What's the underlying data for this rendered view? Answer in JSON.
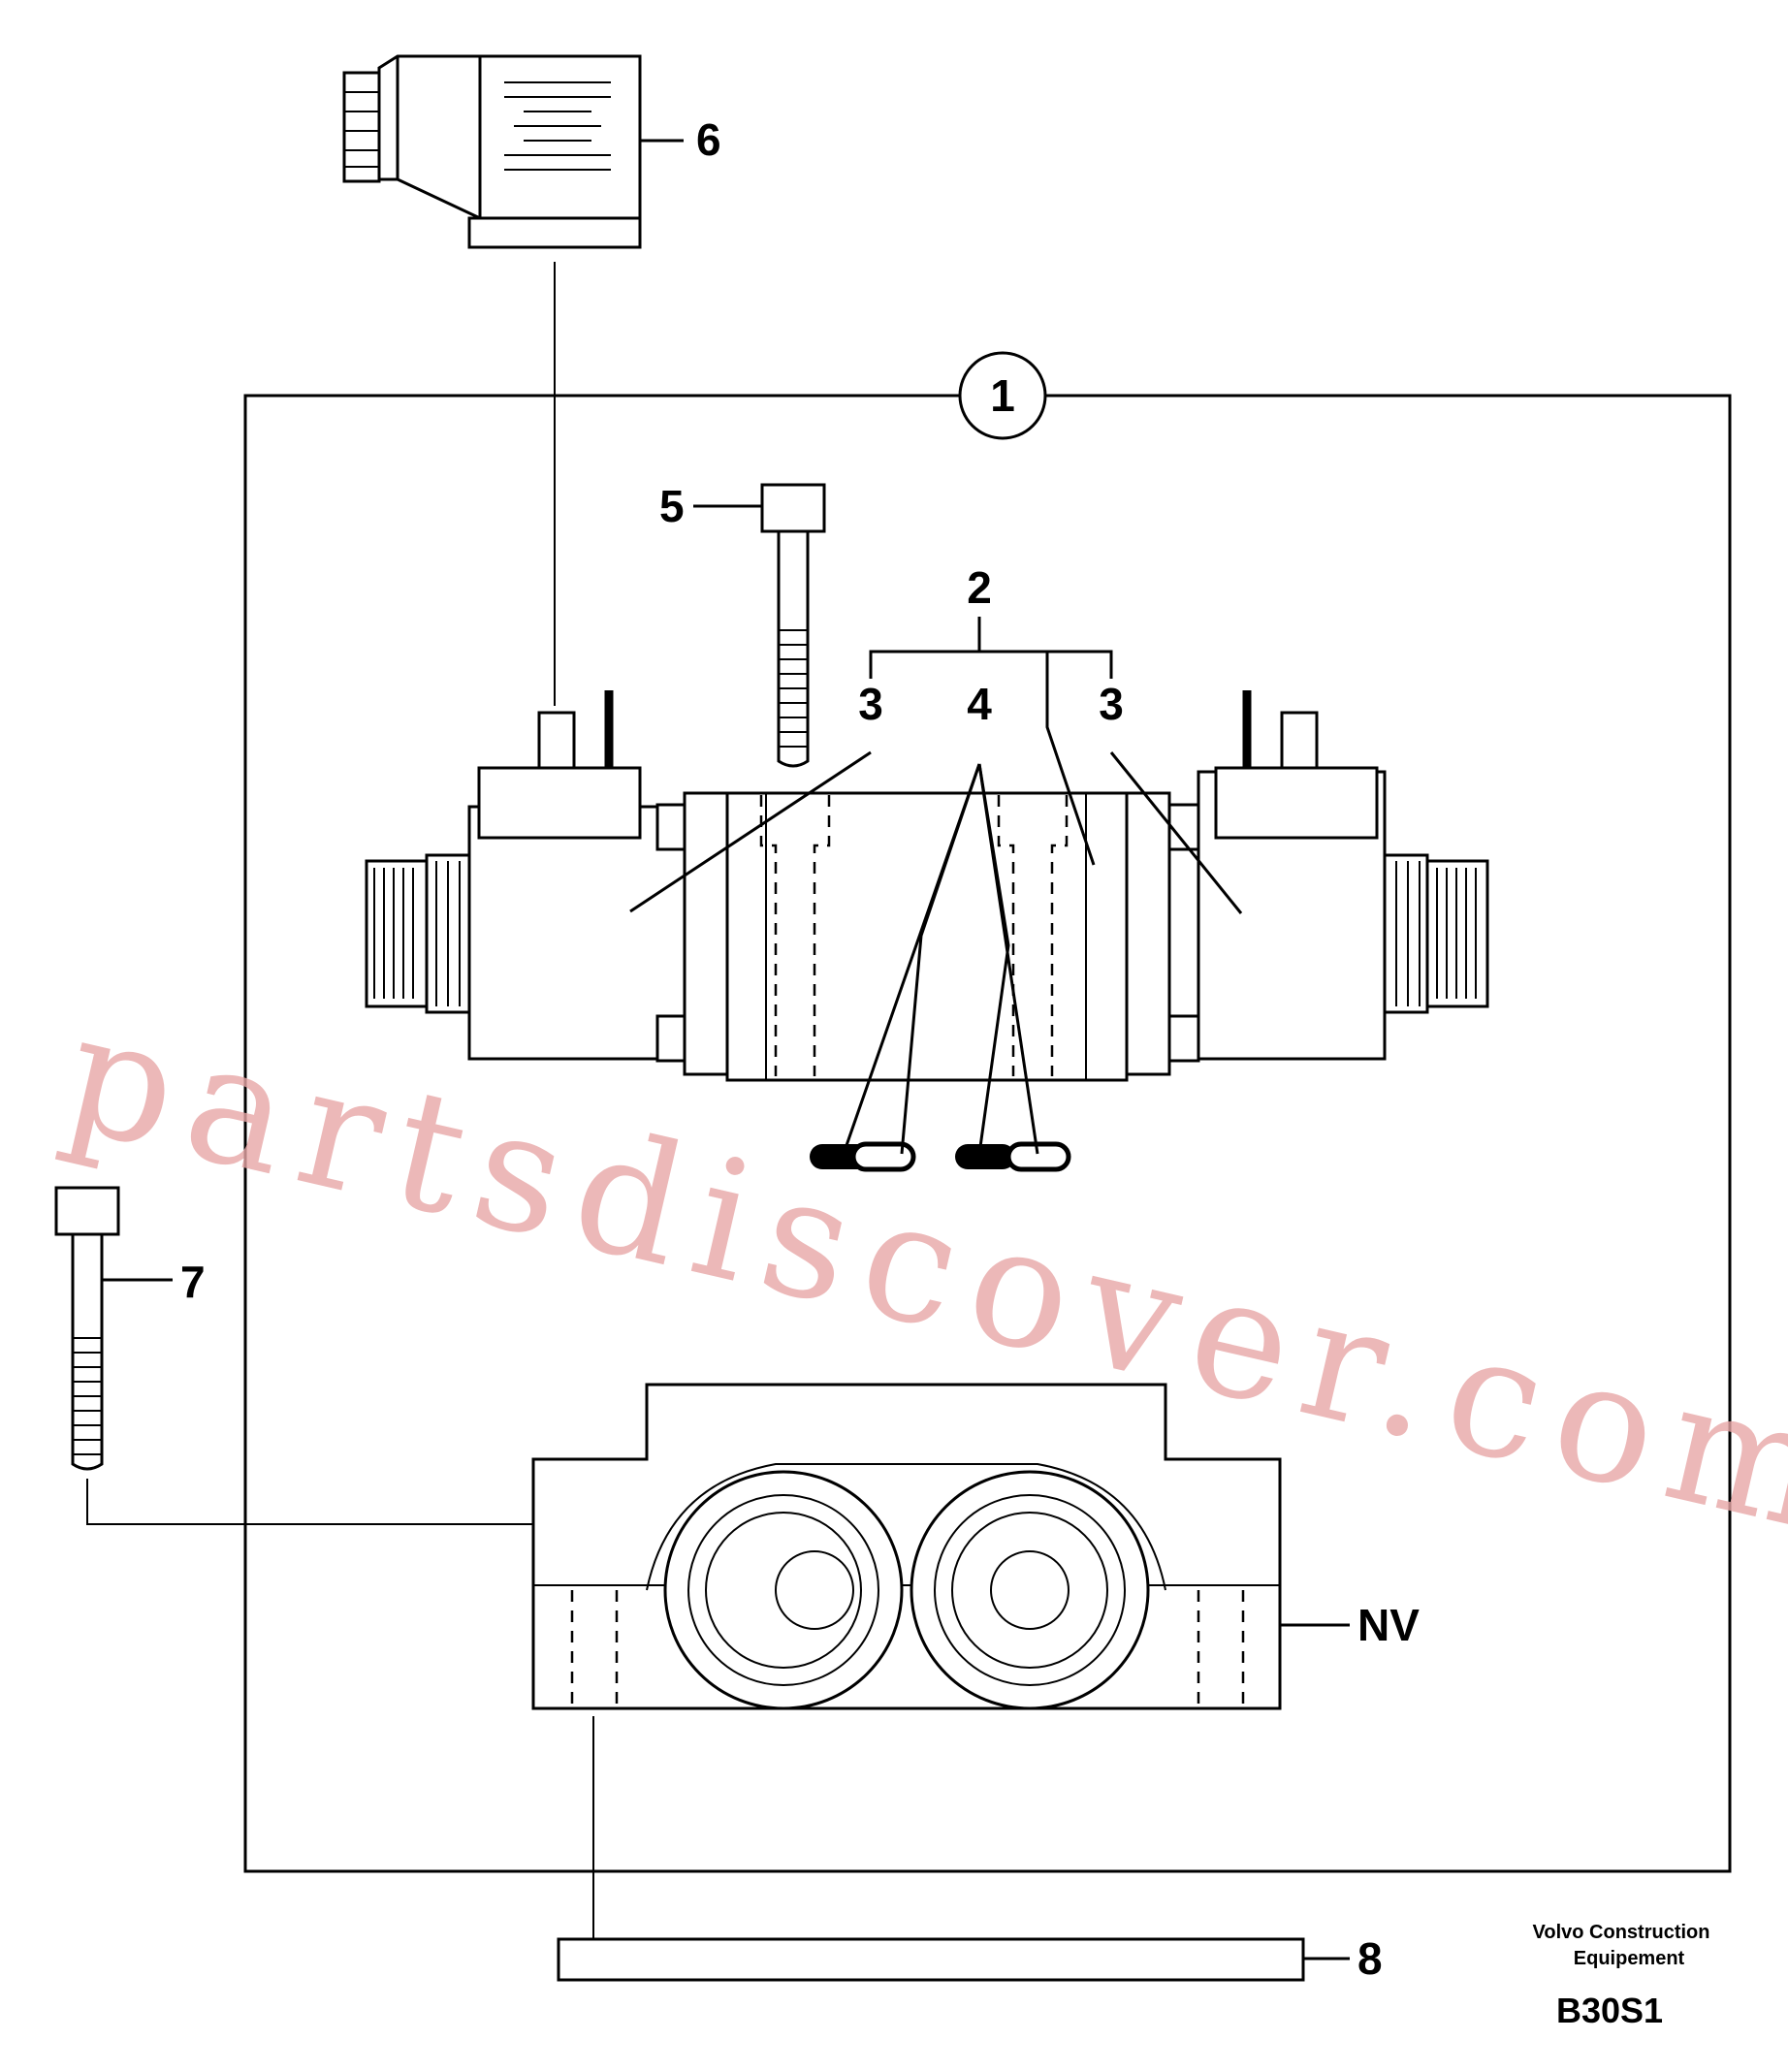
{
  "callouts": {
    "assembly": "1",
    "valve_body": "2",
    "coil": "3",
    "oring": "4",
    "coil_screw": "5",
    "connector": "6",
    "base_screw": "7",
    "gasket": "8",
    "base_plate": "NV"
  },
  "credit": {
    "line1": "Volvo Construction",
    "line2": "Equipement",
    "code": "B30S1"
  },
  "watermark": "partsdiscover.com"
}
